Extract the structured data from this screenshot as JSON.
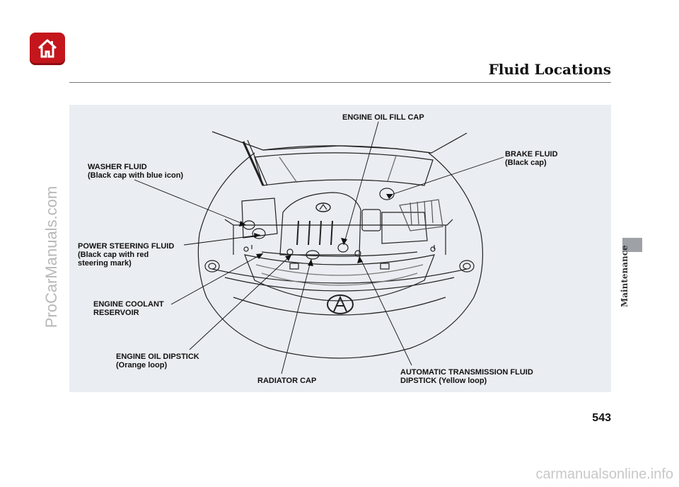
{
  "header": {
    "title": "Fluid Locations"
  },
  "side_tab": {
    "label": "Maintenance"
  },
  "page": {
    "number": "543"
  },
  "watermarks": {
    "side": "ProCarManuals.com",
    "bottom": "carmanualsonline.info"
  },
  "labels": {
    "engine_oil_fill_cap": "ENGINE OIL FILL CAP",
    "brake_fluid": "BRAKE FLUID",
    "brake_fluid_sub": "(Black cap)",
    "washer_fluid": "WASHER FLUID",
    "washer_fluid_sub": "(Black cap with blue icon)",
    "power_steering": "POWER STEERING FLUID",
    "power_steering_sub1": "(Black cap with red",
    "power_steering_sub2": "steering mark)",
    "engine_coolant_1": "ENGINE COOLANT",
    "engine_coolant_2": "RESERVOIR",
    "engine_oil_dipstick": "ENGINE OIL DIPSTICK",
    "engine_oil_dipstick_sub": "(Orange loop)",
    "radiator_cap": "RADIATOR CAP",
    "atf_1": "AUTOMATIC TRANSMISSION FLUID",
    "atf_2": "DIPSTICK (Yellow loop)"
  },
  "colors": {
    "home_button": "#c4161c",
    "panel": "#eaedf1",
    "side_tab": "#9ea2a7"
  },
  "icons": {
    "home": "home-icon"
  }
}
